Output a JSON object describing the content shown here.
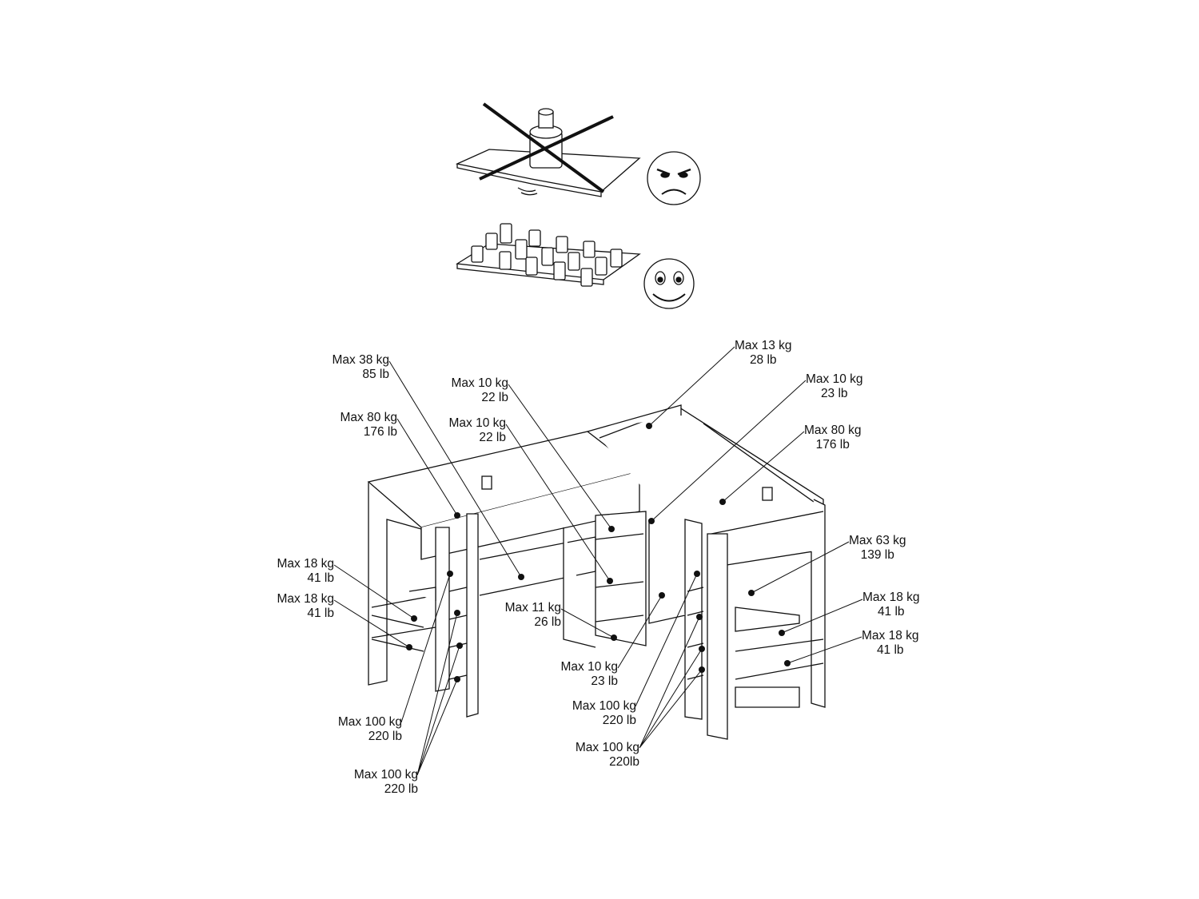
{
  "labels": [
    {
      "kg": "Max 38 kg",
      "lb": "85 lb"
    },
    {
      "kg": "Max 80 kg",
      "lb": "176 lb"
    },
    {
      "kg": "Max 10 kg",
      "lb": "22 lb"
    },
    {
      "kg": "Max 10 kg",
      "lb": "22 lb"
    },
    {
      "kg": "Max 13 kg",
      "lb": "28 lb"
    },
    {
      "kg": "Max 10 kg",
      "lb": "23 lb"
    },
    {
      "kg": "Max 80 kg",
      "lb": "176 lb"
    },
    {
      "kg": "Max 63 kg",
      "lb": "139 lb"
    },
    {
      "kg": "Max 18 kg",
      "lb": "41 lb"
    },
    {
      "kg": "Max 18 kg",
      "lb": "41 lb"
    },
    {
      "kg": "Max 11 kg",
      "lb": "26 lb"
    },
    {
      "kg": "Max 18 kg",
      "lb": "41 lb"
    },
    {
      "kg": "Max 18 kg",
      "lb": "41 lb"
    },
    {
      "kg": "Max 10 kg",
      "lb": "23 lb"
    },
    {
      "kg": "Max 100 kg",
      "lb": "220 lb"
    },
    {
      "kg": "Max 100 kg",
      "lb": "220lb"
    },
    {
      "kg": "Max 100 kg",
      "lb": "220 lb"
    },
    {
      "kg": "Max 100 kg",
      "lb": "220 lb"
    }
  ]
}
